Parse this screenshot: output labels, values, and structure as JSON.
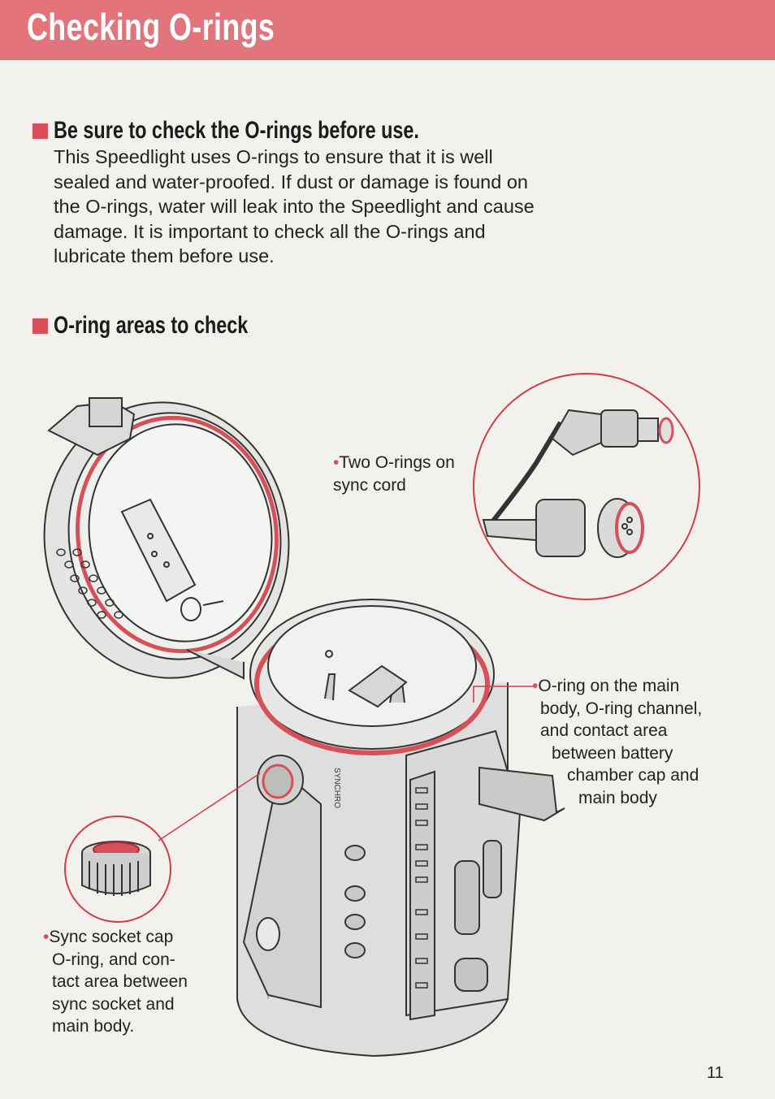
{
  "header": {
    "title": "Checking O-rings"
  },
  "section1": {
    "heading": "Be sure to check the O-rings before use.",
    "body_lines": [
      "This Speedlight uses O-rings to ensure that it is well",
      "sealed and water-proofed. If dust or damage is found on",
      "the O-rings, water will leak into the Speedlight and cause",
      "damage. It is important to check all the O-rings and",
      "lubricate them before use."
    ]
  },
  "section2": {
    "heading": "O-ring areas to check"
  },
  "callouts": {
    "sync_cord": {
      "bullet": "•",
      "lines": [
        "Two O-rings on",
        "sync cord"
      ]
    },
    "main_body": {
      "bullet": "•",
      "lines": [
        "O-ring on the main",
        "body, O-ring channel,",
        "and contact area",
        "between battery",
        "chamber cap and",
        "main body"
      ]
    },
    "sync_socket": {
      "bullet": "•",
      "lines": [
        "Sync socket cap",
        "O-ring, and con-",
        "tact area between",
        "sync socket and",
        "main body."
      ]
    }
  },
  "device_label": "SYNCHRO",
  "page_number": "11",
  "colors": {
    "header": "#e2757b",
    "accent": "#d6505a",
    "callout_line": "#d23c44"
  }
}
